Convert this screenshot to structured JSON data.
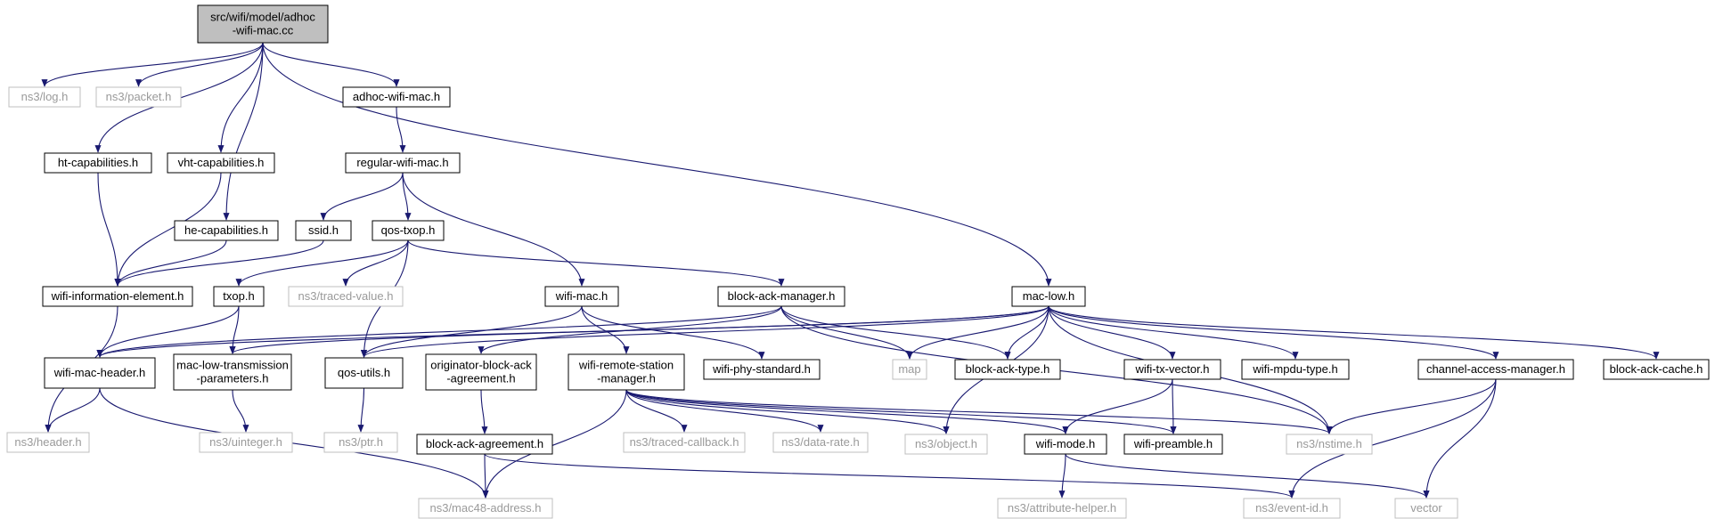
{
  "diagram": {
    "edge_color": "#191970",
    "root_fill": "#bfbfbf",
    "documented_border": "#000000",
    "external_border": "#bfbfbf",
    "external_text": "#9a9a9a",
    "nodes": [
      {
        "id": "root",
        "lines": [
          "src/wifi/model/adhoc",
          "-wifi-mac.cc"
        ],
        "kind": "root"
      },
      {
        "id": "log",
        "lines": [
          "ns3/log.h"
        ],
        "kind": "ext"
      },
      {
        "id": "packet",
        "lines": [
          "ns3/packet.h"
        ],
        "kind": "ext"
      },
      {
        "id": "adhoc",
        "lines": [
          "adhoc-wifi-mac.h"
        ],
        "kind": "doc"
      },
      {
        "id": "ht",
        "lines": [
          "ht-capabilities.h"
        ],
        "kind": "doc"
      },
      {
        "id": "vht",
        "lines": [
          "vht-capabilities.h"
        ],
        "kind": "doc"
      },
      {
        "id": "regular",
        "lines": [
          "regular-wifi-mac.h"
        ],
        "kind": "doc"
      },
      {
        "id": "he",
        "lines": [
          "he-capabilities.h"
        ],
        "kind": "doc"
      },
      {
        "id": "ssid",
        "lines": [
          "ssid.h"
        ],
        "kind": "doc"
      },
      {
        "id": "qostxop",
        "lines": [
          "qos-txop.h"
        ],
        "kind": "doc"
      },
      {
        "id": "wie",
        "lines": [
          "wifi-information-element.h"
        ],
        "kind": "doc"
      },
      {
        "id": "txop",
        "lines": [
          "txop.h"
        ],
        "kind": "doc"
      },
      {
        "id": "traced",
        "lines": [
          "ns3/traced-value.h"
        ],
        "kind": "ext"
      },
      {
        "id": "wifimac",
        "lines": [
          "wifi-mac.h"
        ],
        "kind": "doc"
      },
      {
        "id": "bam",
        "lines": [
          "block-ack-manager.h"
        ],
        "kind": "doc"
      },
      {
        "id": "maclow",
        "lines": [
          "mac-low.h"
        ],
        "kind": "doc"
      },
      {
        "id": "wmh",
        "lines": [
          "wifi-mac-header.h"
        ],
        "kind": "doc"
      },
      {
        "id": "mltp",
        "lines": [
          "mac-low-transmission",
          "-parameters.h"
        ],
        "kind": "doc"
      },
      {
        "id": "qosutils",
        "lines": [
          "qos-utils.h"
        ],
        "kind": "doc"
      },
      {
        "id": "oba",
        "lines": [
          "originator-block-ack",
          "-agreement.h"
        ],
        "kind": "doc"
      },
      {
        "id": "wrsm",
        "lines": [
          "wifi-remote-station",
          "-manager.h"
        ],
        "kind": "doc"
      },
      {
        "id": "wps",
        "lines": [
          "wifi-phy-standard.h"
        ],
        "kind": "doc"
      },
      {
        "id": "map",
        "lines": [
          "map"
        ],
        "kind": "ext"
      },
      {
        "id": "bat",
        "lines": [
          "block-ack-type.h"
        ],
        "kind": "doc"
      },
      {
        "id": "wtv",
        "lines": [
          "wifi-tx-vector.h"
        ],
        "kind": "doc"
      },
      {
        "id": "wmpdu",
        "lines": [
          "wifi-mpdu-type.h"
        ],
        "kind": "doc"
      },
      {
        "id": "cam",
        "lines": [
          "channel-access-manager.h"
        ],
        "kind": "doc"
      },
      {
        "id": "bac",
        "lines": [
          "block-ack-cache.h"
        ],
        "kind": "doc"
      },
      {
        "id": "header",
        "lines": [
          "ns3/header.h"
        ],
        "kind": "ext"
      },
      {
        "id": "uinteger",
        "lines": [
          "ns3/uinteger.h"
        ],
        "kind": "ext"
      },
      {
        "id": "ptr",
        "lines": [
          "ns3/ptr.h"
        ],
        "kind": "ext"
      },
      {
        "id": "baa",
        "lines": [
          "block-ack-agreement.h"
        ],
        "kind": "doc"
      },
      {
        "id": "tcb",
        "lines": [
          "ns3/traced-callback.h"
        ],
        "kind": "ext"
      },
      {
        "id": "datarate",
        "lines": [
          "ns3/data-rate.h"
        ],
        "kind": "ext"
      },
      {
        "id": "object",
        "lines": [
          "ns3/object.h"
        ],
        "kind": "ext"
      },
      {
        "id": "wmode",
        "lines": [
          "wifi-mode.h"
        ],
        "kind": "doc"
      },
      {
        "id": "wpre",
        "lines": [
          "wifi-preamble.h"
        ],
        "kind": "doc"
      },
      {
        "id": "nstime",
        "lines": [
          "ns3/nstime.h"
        ],
        "kind": "ext"
      },
      {
        "id": "mac48",
        "lines": [
          "ns3/mac48-address.h"
        ],
        "kind": "ext"
      },
      {
        "id": "attr",
        "lines": [
          "ns3/attribute-helper.h"
        ],
        "kind": "ext"
      },
      {
        "id": "eventid",
        "lines": [
          "ns3/event-id.h"
        ],
        "kind": "ext"
      },
      {
        "id": "vector",
        "lines": [
          "vector"
        ],
        "kind": "ext"
      }
    ],
    "edges": [
      [
        "root",
        "log"
      ],
      [
        "root",
        "packet"
      ],
      [
        "root",
        "adhoc"
      ],
      [
        "root",
        "ht"
      ],
      [
        "root",
        "vht"
      ],
      [
        "root",
        "he"
      ],
      [
        "root",
        "maclow"
      ],
      [
        "adhoc",
        "regular"
      ],
      [
        "ht",
        "wie"
      ],
      [
        "vht",
        "wie"
      ],
      [
        "he",
        "wie"
      ],
      [
        "ssid",
        "wie"
      ],
      [
        "regular",
        "ssid"
      ],
      [
        "regular",
        "qostxop"
      ],
      [
        "regular",
        "wifimac"
      ],
      [
        "qostxop",
        "txop"
      ],
      [
        "qostxop",
        "traced"
      ],
      [
        "qostxop",
        "qosutils"
      ],
      [
        "qostxop",
        "bam"
      ],
      [
        "wie",
        "header"
      ],
      [
        "txop",
        "wmh"
      ],
      [
        "txop",
        "mltp"
      ],
      [
        "wifimac",
        "qosutils"
      ],
      [
        "wifimac",
        "wrsm"
      ],
      [
        "wifimac",
        "wps"
      ],
      [
        "bam",
        "wmh"
      ],
      [
        "bam",
        "oba"
      ],
      [
        "bam",
        "map"
      ],
      [
        "bam",
        "bat"
      ],
      [
        "bam",
        "nstime"
      ],
      [
        "maclow",
        "wmh"
      ],
      [
        "maclow",
        "mltp"
      ],
      [
        "maclow",
        "qosutils"
      ],
      [
        "maclow",
        "map"
      ],
      [
        "maclow",
        "bat"
      ],
      [
        "maclow",
        "object"
      ],
      [
        "maclow",
        "wtv"
      ],
      [
        "maclow",
        "wmpdu"
      ],
      [
        "maclow",
        "cam"
      ],
      [
        "maclow",
        "bac"
      ],
      [
        "maclow",
        "nstime"
      ],
      [
        "wmh",
        "header"
      ],
      [
        "wmh",
        "mac48"
      ],
      [
        "mltp",
        "uinteger"
      ],
      [
        "qosutils",
        "ptr"
      ],
      [
        "oba",
        "baa"
      ],
      [
        "baa",
        "mac48"
      ],
      [
        "baa",
        "eventid"
      ],
      [
        "wrsm",
        "mac48"
      ],
      [
        "wrsm",
        "tcb"
      ],
      [
        "wrsm",
        "datarate"
      ],
      [
        "wrsm",
        "object"
      ],
      [
        "wrsm",
        "wmode"
      ],
      [
        "wrsm",
        "wpre"
      ],
      [
        "wrsm",
        "nstime"
      ],
      [
        "wtv",
        "wmode"
      ],
      [
        "wtv",
        "wpre"
      ],
      [
        "wmode",
        "attr"
      ],
      [
        "wmode",
        "vector"
      ],
      [
        "cam",
        "nstime"
      ],
      [
        "cam",
        "eventid"
      ],
      [
        "cam",
        "vector"
      ]
    ]
  }
}
